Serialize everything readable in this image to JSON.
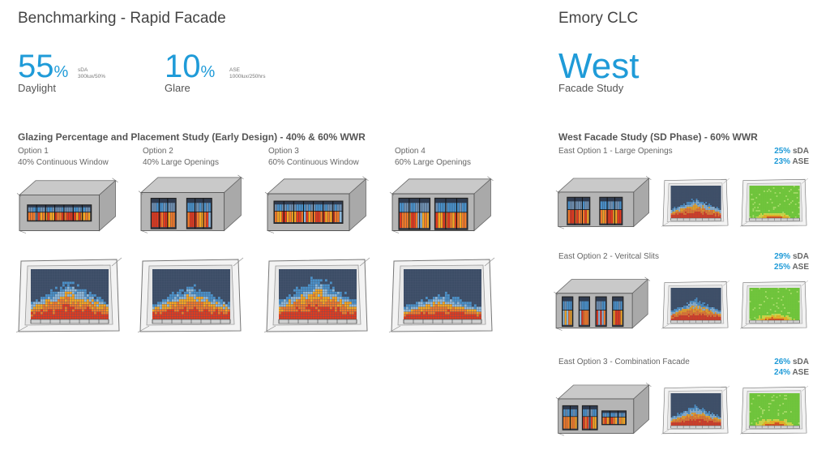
{
  "left": {
    "title": "Benchmarking - Rapid Facade",
    "metric1": {
      "value": "55",
      "pct": "%",
      "unit_line1": "sDA",
      "unit_line2": "300lux/50%",
      "label": "Daylight"
    },
    "metric2": {
      "value": "10",
      "pct": "%",
      "unit_line1": "ASE",
      "unit_line2": "1000lux/250hrs",
      "label": "Glare"
    },
    "study_title": "Glazing Percentage and Placement Study (Early Design) - 40% & 60% WWR",
    "options": [
      {
        "name": "Option 1",
        "desc": "40% Continuous Window"
      },
      {
        "name": "Option 2",
        "desc": "40% Large Openings"
      },
      {
        "name": "Option 3",
        "desc": "60% Continuous Window"
      },
      {
        "name": "Option 4",
        "desc": "60% Large Openings"
      }
    ]
  },
  "right": {
    "title": "Emory CLC",
    "facade": "West",
    "facade_sub": "Facade Study",
    "study_title": "West Facade Study (SD Phase) - 60% WWR",
    "options": [
      {
        "name": "East Option 1 - Large Openings",
        "sda": "25%",
        "ase": "23%"
      },
      {
        "name": "East Option 2 - Veritcal Slits",
        "sda": "29%",
        "ase": "25%"
      },
      {
        "name": "East Option 3 - Combination Facade",
        "sda": "26%",
        "ase": "24%"
      }
    ],
    "sda_label": " sDA",
    "ase_label": " ASE"
  },
  "colors": {
    "accent": "#1f9bd8",
    "heat_hot": "#e23a1e",
    "heat_warm": "#f5a623",
    "heat_cool": "#4a90c8",
    "heat_cold": "#3c4d66",
    "ase_green": "#6cc13a"
  }
}
